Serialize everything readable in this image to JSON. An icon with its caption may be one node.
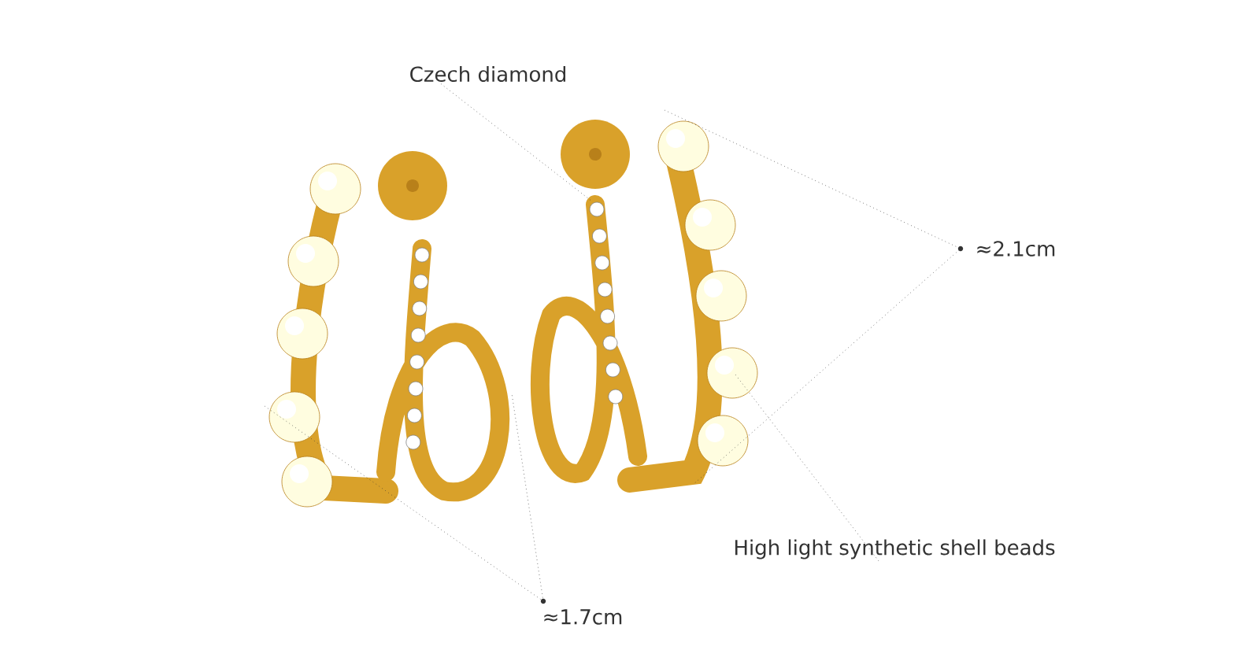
{
  "diagram": {
    "nodes": [
      {
        "text": [
          "Czech diamond"
        ]
      },
      {
        "text": [
          "High light synthetic shell beads"
        ]
      }
    ],
    "edges": [
      {
        "from": 0,
        "to": null,
        "arrow": "none"
      },
      {
        "from": 1,
        "to": null,
        "arrow": "none"
      }
    ],
    "labels": [
      "≈2.1cm",
      "≈1.7cm"
    ]
  }
}
